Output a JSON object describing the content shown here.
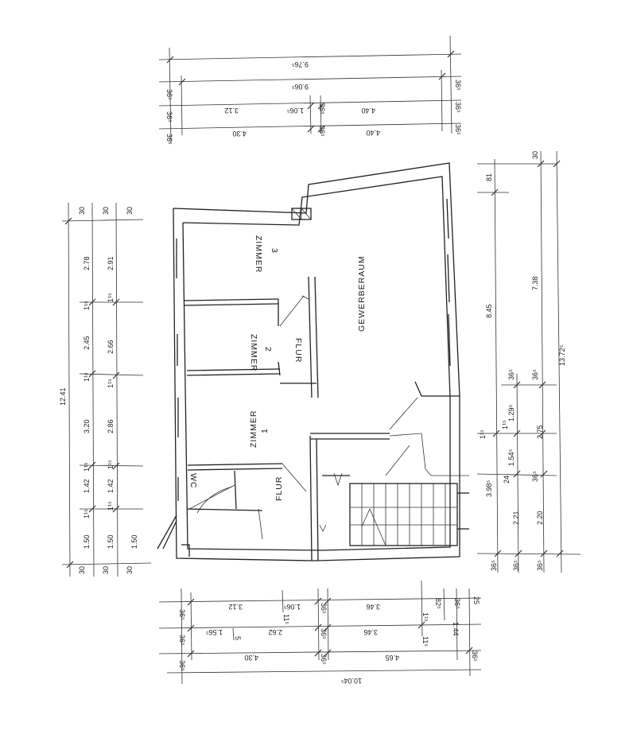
{
  "rooms": {
    "zimmer3": "ZIMMER 3",
    "zimmer2": "ZIMMER 2",
    "zimmer1": "ZIMMER 1",
    "flur_upper": "FLUR",
    "flur_lower": "FLUR",
    "gewerberaum": "GEWERBERAUM",
    "wc": "WC"
  },
  "dims_top": {
    "total": "9.76⁵",
    "r2_total": "9.06⁵",
    "r2_left": "36⁵",
    "r2_right": "36⁵",
    "r3_a": "3.12",
    "r3_b": "1.06⁵",
    "r3_c": "36⁵",
    "r3_d": "4.40",
    "r3_left": "36⁵",
    "r3_right": "36⁵",
    "r4_a": "4.30",
    "r4_b": "36⁵",
    "r4_c": "4.40",
    "r4_left": "36⁵",
    "r4_right": "36⁵"
  },
  "dims_left": {
    "total": "12.41",
    "r1": [
      "30",
      "2.78",
      "1¹⁵",
      "2.45",
      "1¹⁵",
      "3.20",
      "1¹⁵",
      "1.42",
      "1¹⁵",
      "1.50",
      "30"
    ],
    "r2": [
      "30",
      "2.91",
      "1¹⁵",
      "2.66",
      "1¹⁵",
      "2.86",
      "1¹⁵",
      "1.42",
      "1¹⁵",
      "1.50",
      "30"
    ]
  },
  "dims_right": {
    "total": "13.72⁵",
    "r1": [
      "81",
      "8.45",
      "1¹⁵",
      "3.98⁵",
      "36⁵"
    ],
    "r2": [
      "36⁵",
      "1.29⁵",
      "1¹⁵",
      "1.54⁵",
      "24",
      "2.21",
      "36⁵"
    ],
    "r3": [
      "30",
      "7.38",
      "36⁵",
      "2.75",
      "36⁵",
      "2.20",
      "36⁵"
    ]
  },
  "dims_bottom": {
    "total": "10.04⁵",
    "r1": [
      "36⁵",
      "3.12",
      "1.06⁵",
      "11⁵",
      "36⁵",
      "3.46",
      "1¹⁵",
      "82⁵",
      "36⁵",
      "25"
    ],
    "r2": [
      "36⁵",
      "1.56⁵",
      "5",
      "2.62",
      "36⁵",
      "3.46",
      "11⁵",
      "1.44"
    ],
    "r3": [
      "36⁵",
      "4.30",
      "36⁵",
      "4.65",
      "36⁵"
    ]
  }
}
